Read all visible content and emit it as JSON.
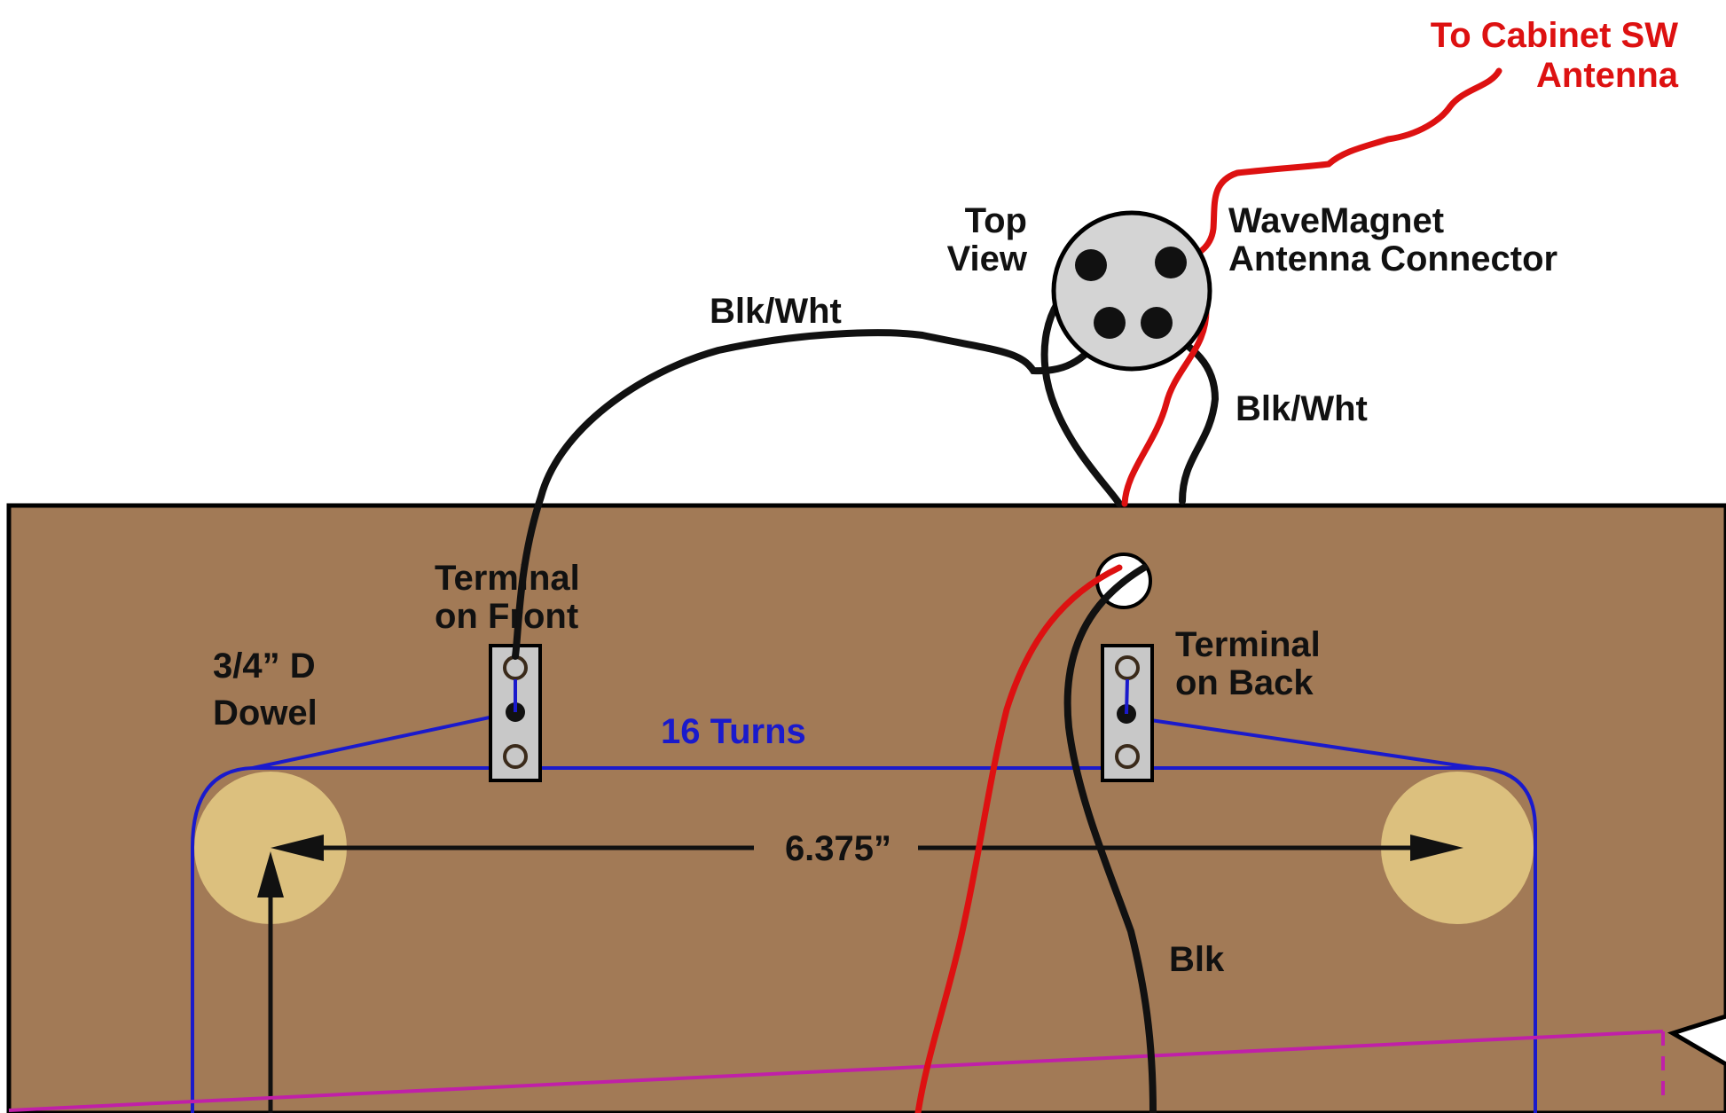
{
  "labels": {
    "cabinet_line1": "To Cabinet SW",
    "cabinet_line2": "Antenna",
    "top_view_line1": "Top",
    "top_view_line2": "View",
    "connector_line1": "WaveMagnet",
    "connector_line2": "Antenna Connector",
    "blk_wht_left": "Blk/Wht",
    "blk_wht_right": "Blk/Wht",
    "terminal_front_line1": "Terminal",
    "terminal_front_line2": "on Front",
    "terminal_back_line1": "Terminal",
    "terminal_back_line2": "on Back",
    "dowel_line1": "3/4” D",
    "dowel_line2": "Dowel",
    "turns": "16 Turns",
    "dimension": "6.375”",
    "blk": "Blk"
  },
  "colors": {
    "board": "#a27a56",
    "dowel": "#dcc07e",
    "connector_face": "#d4d4d4",
    "terminal_plate": "#c8c8c8",
    "wire_black": "#111111",
    "wire_red": "#dd1111",
    "coil_blue": "#1a1acc",
    "magenta_line": "#c020a8",
    "red_text": "#dd1111",
    "blue_text": "#1a1acc"
  }
}
